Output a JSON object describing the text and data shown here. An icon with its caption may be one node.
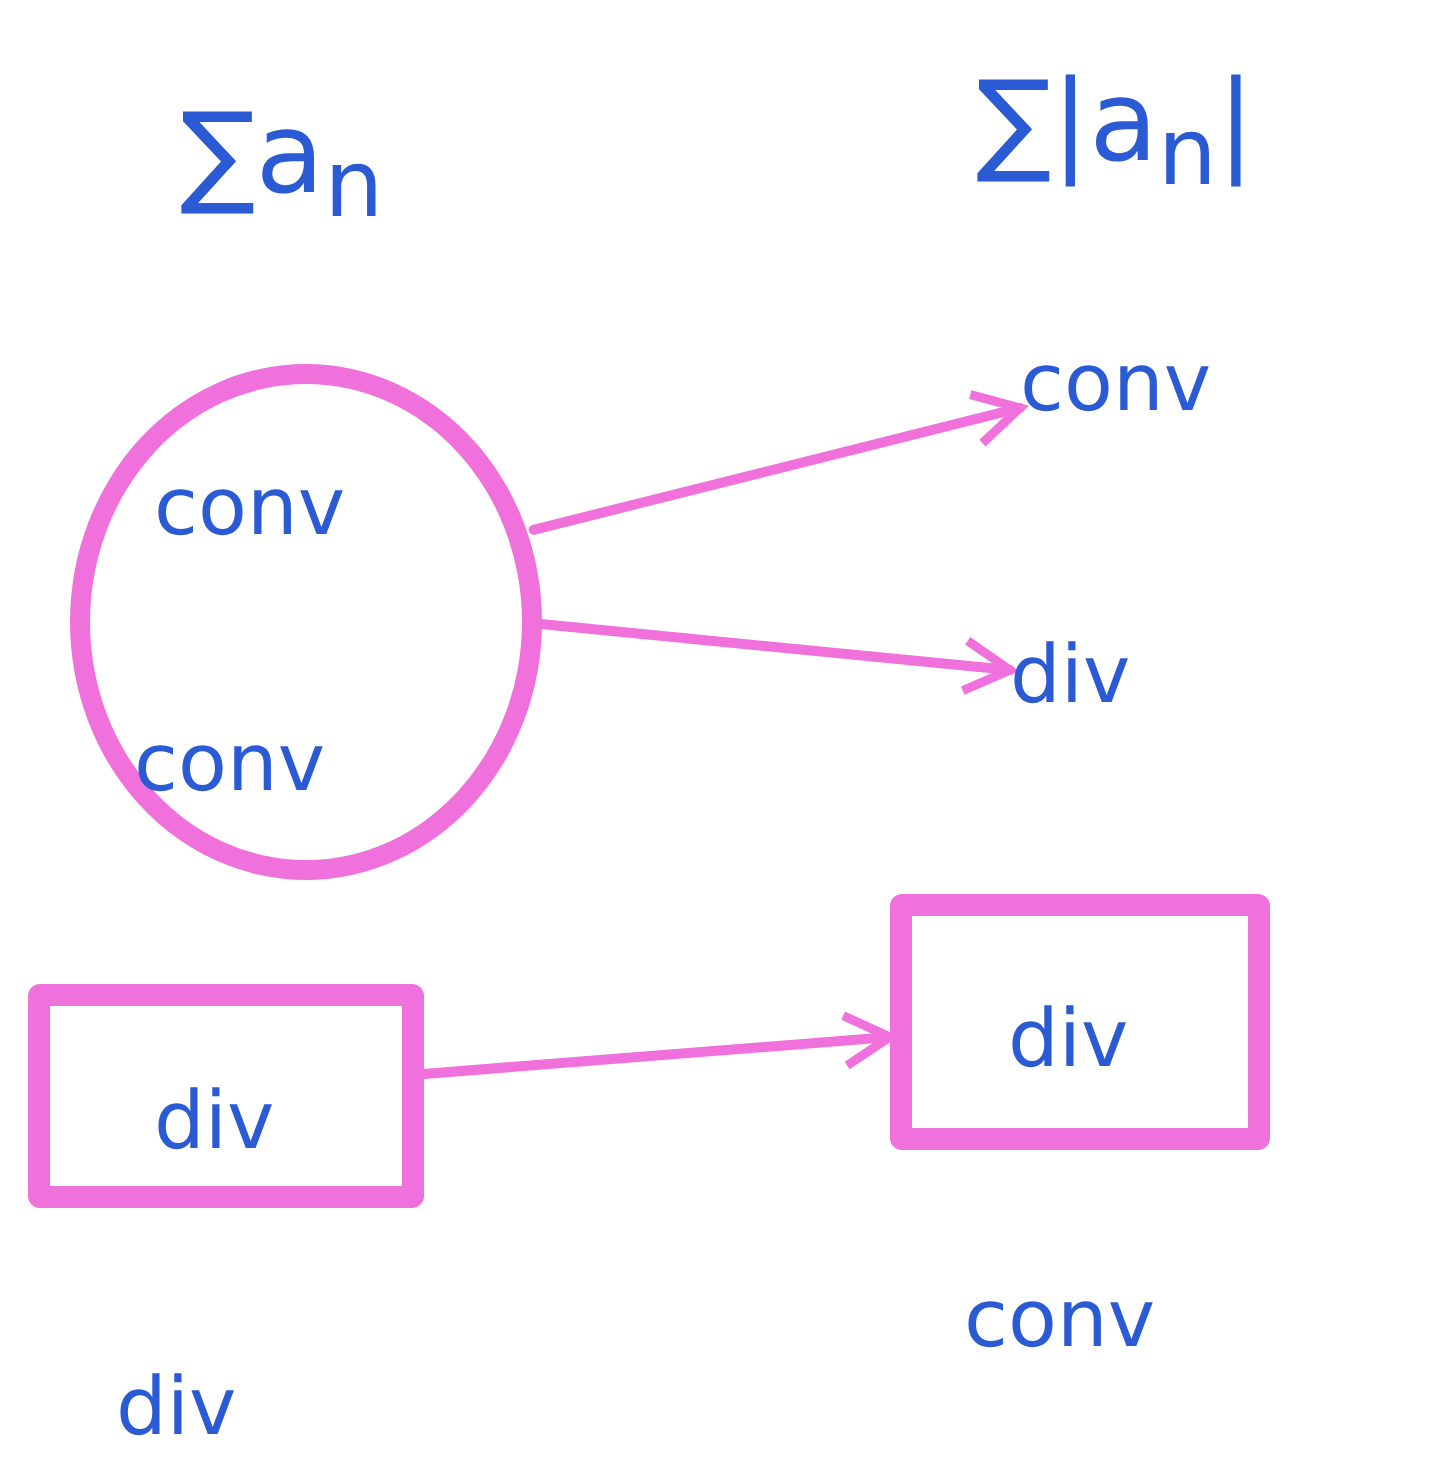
{
  "diagram": {
    "nodes": [
      {
        "text": [
          "conv",
          "conv"
        ]
      },
      {
        "text": [
          "conv"
        ]
      },
      {
        "text": [
          "div"
        ]
      },
      {
        "text": [
          "div"
        ]
      },
      {
        "text": [
          "div"
        ]
      }
    ],
    "edges": [
      {
        "from": 0,
        "to": 1,
        "arrow": "to"
      },
      {
        "from": 0,
        "to": 2,
        "arrow": "to"
      },
      {
        "from": 3,
        "to": 4,
        "arrow": "to"
      }
    ],
    "labels": [
      "∑a$_{n}$",
      "∑|a$_{n}$|",
      "div",
      "conv"
    ]
  }
}
